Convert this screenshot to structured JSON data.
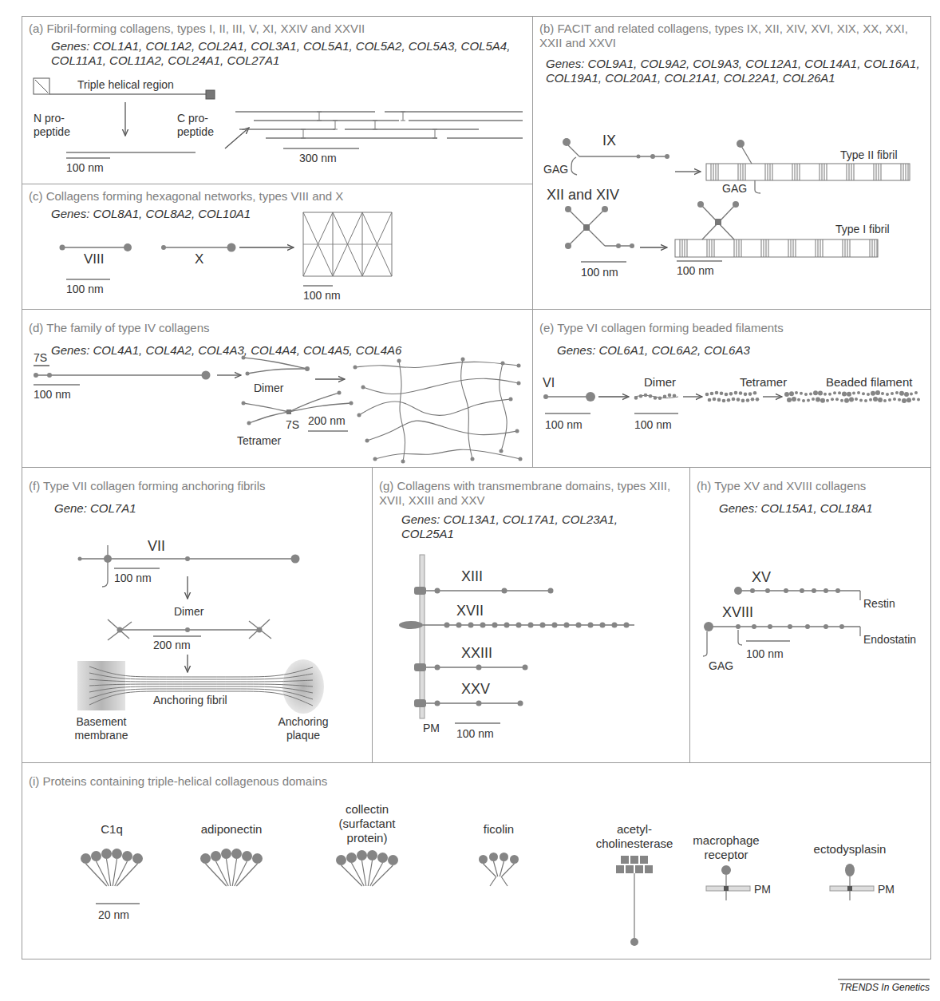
{
  "diagram": {
    "nodes": [
      {
        "text": [
          "(a) Fibril-forming collagens, types I, II, III, V, XI, XXIV and XXVII",
          "Genes: COL1A1, COL1A2, COL2A1, COL3A1, COL5A1, COL5A2, COL5A3, COL5A4, COL11A1, COL11A2, COL24A1, COL27A1"
        ]
      },
      {
        "text": [
          "(b) FACIT and related collagens, types IX, XII, XIV, XVI, XIX, XX, XXI, XXII and XXVI",
          "Genes: COL9A1, COL9A2, COL9A3, COL12A1, COL14A1, COL16A1, COL19A1, COL20A1, COL21A1, COL22A1, COL26A1"
        ]
      },
      {
        "text": [
          "(c) Collagens forming hexagonal networks, types VIII and X",
          "Genes: COL8A1, COL8A2, COL10A1"
        ]
      },
      {
        "text": [
          "(d) The family of type IV collagens",
          "Genes: COL4A1, COL4A2, COL4A3, COL4A4, COL4A5, COL4A6"
        ]
      },
      {
        "text": [
          "(e) Type VI collagen forming beaded filaments",
          "Genes: COL6A1, COL6A2, COL6A3"
        ]
      },
      {
        "text": [
          "(f) Type VII collagen forming anchoring fibrils",
          "Gene: COL7A1"
        ]
      },
      {
        "text": [
          "(g) Collagens with transmembrane domains, types XIII, XVII, XXIII and XXV",
          "Genes: COL13A1, COL17A1, COL23A1, COL25A1"
        ]
      },
      {
        "text": [
          "(h) Type XV and XVIII collagens",
          "Genes: COL15A1, COL18A1"
        ]
      },
      {
        "text": [
          "(i) Proteins containing triple-helical collagenous domains"
        ]
      }
    ],
    "labels": [
      "Triple helical region",
      "N pro- peptide",
      "C pro- peptide",
      "100 nm",
      "300 nm",
      "IX",
      "GAG",
      "GAG",
      "Type II fibril",
      "XII and XIV",
      "Type I fibril",
      "100 nm",
      "100 nm",
      "VIII",
      "X",
      "100 nm",
      "100 nm",
      "7S",
      "100 nm",
      "Dimer",
      "7S",
      "200 nm",
      "Tetramer",
      "VI",
      "Dimer",
      "Tetramer",
      "Beaded filament",
      "100 nm",
      "100 nm",
      "VII",
      "100 nm",
      "Dimer",
      "200 nm",
      "Anchoring fibril",
      "Basement membrane",
      "Anchoring plaque",
      "XIII",
      "XVII",
      "XXIII",
      "XXV",
      "PM",
      "100 nm",
      "XV",
      "Restin",
      "XVIII",
      "Endostatin",
      "GAG",
      "100 nm",
      "C1q",
      "adiponectin",
      "collectin (surfactant protein)",
      "ficolin",
      "acetyl- cholinesterase",
      "macrophage receptor",
      "PM",
      "ectodysplasin",
      "PM",
      "20 nm",
      "TRENDS In Genetics"
    ]
  }
}
